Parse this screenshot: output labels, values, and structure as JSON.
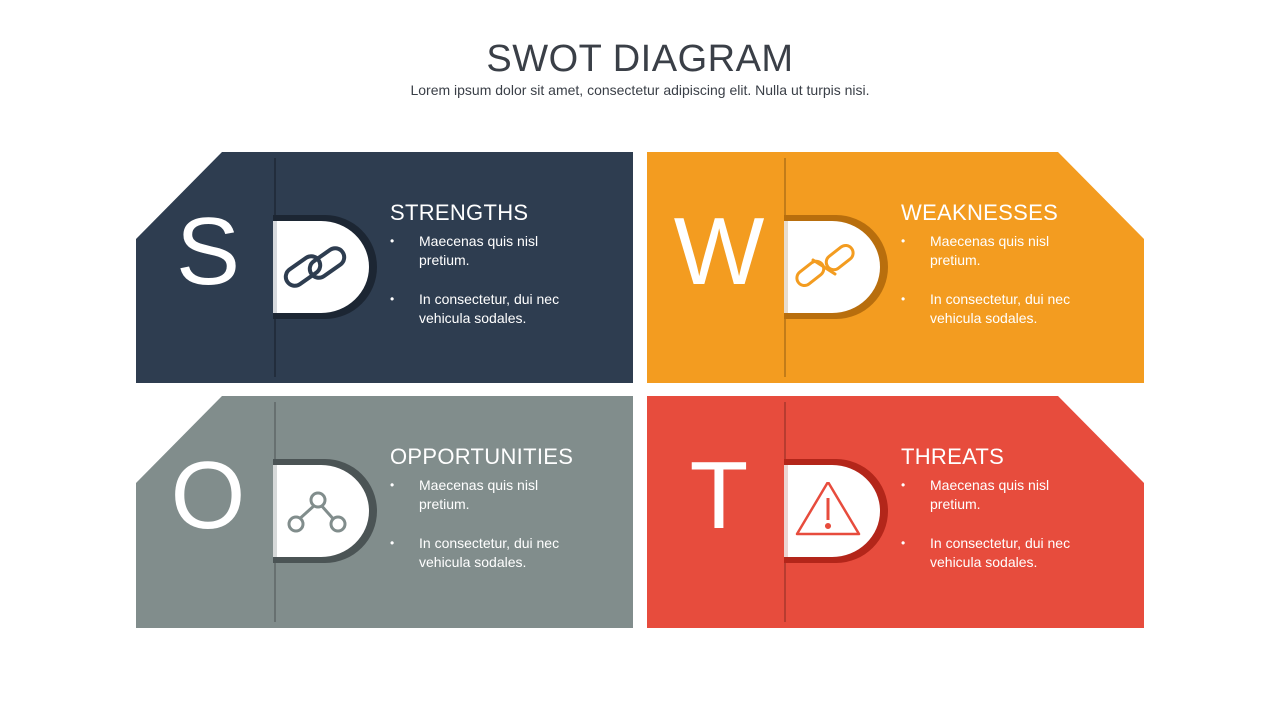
{
  "header": {
    "title": "SWOT DIAGRAM",
    "subtitle": "Lorem ipsum dolor sit amet, consectetur adipiscing elit. Nulla ut turpis nisi."
  },
  "quadrants": [
    {
      "key": "strengths",
      "letter": "S",
      "heading": "STRENGTHS",
      "color": "#2e3d50",
      "icon": "link-icon",
      "bullets": [
        "Maecenas quis nisl pretium.",
        "In consectetur, dui nec vehicula sodales."
      ]
    },
    {
      "key": "weaknesses",
      "letter": "W",
      "heading": "WEAKNESSES",
      "color": "#f39c20",
      "icon": "broken-link-icon",
      "bullets": [
        "Maecenas quis nisl pretium.",
        "In consectetur, dui nec vehicula sodales."
      ]
    },
    {
      "key": "opportunities",
      "letter": "O",
      "heading": "OPPORTUNITIES",
      "color": "#818d8c",
      "icon": "network-icon",
      "bullets": [
        "Maecenas quis nisl pretium.",
        "In consectetur, dui nec vehicula sodales."
      ]
    },
    {
      "key": "threats",
      "letter": "T",
      "heading": "THREATS",
      "color": "#e74c3d",
      "icon": "warning-icon",
      "bullets": [
        "Maecenas quis nisl pretium.",
        "In consectetur, dui nec vehicula sodales."
      ]
    }
  ]
}
